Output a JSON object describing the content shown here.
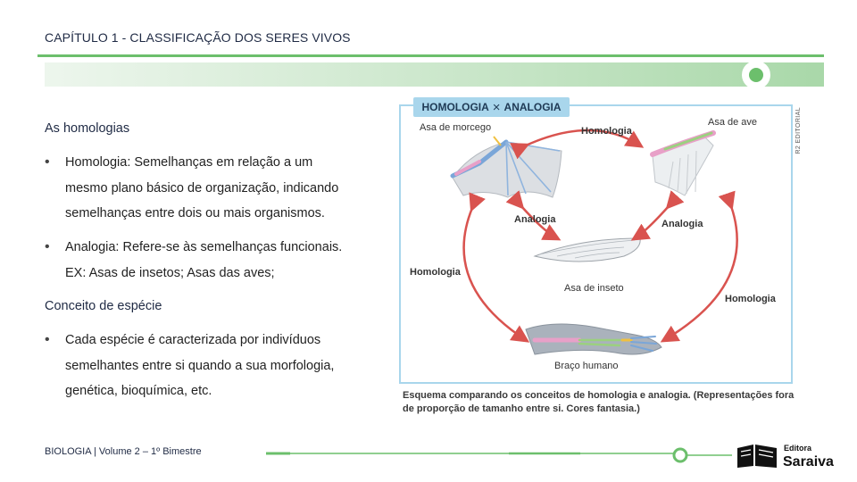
{
  "header": {
    "chapter_title": "CAPÍTULO 1 - CLASSIFICAÇÃO DOS SERES VIVOS"
  },
  "content": {
    "section1_title": "As homologias",
    "bullet1_lines": [
      "Homologia: Semelhanças em relação a um",
      "mesmo plano básico de organização, indicando",
      "semelhanças entre dois ou mais organismos."
    ],
    "bullet2_lines": [
      "Analogia: Refere-se às semelhanças funcionais.",
      "EX: Asas de insetos; Asas das aves;"
    ],
    "section2_title": "Conceito de espécie",
    "bullet3_lines": [
      "Cada espécie é caracterizada por indivíduos",
      "semelhantes entre si quando a sua morfologia,",
      "genética, bioquímica, etc."
    ]
  },
  "figure": {
    "header_left": "HOMOLOGIA",
    "header_symbol": "×",
    "header_right": "ANALOGIA",
    "credit": "R2 EDITORIAL",
    "labels": {
      "bat_wing": "Asa de morcego",
      "bird_wing": "Asa de ave",
      "insect_wing": "Asa de inseto",
      "human_arm": "Braço humano",
      "homologia_top": "Homologia",
      "homologia_left": "Homologia",
      "homologia_right": "Homologia",
      "analogia_left": "Analogia",
      "analogia_right": "Analogia"
    },
    "caption": "Esquema comparando os conceitos de homologia e analogia. (Representações fora de proporção de tamanho entre si. Cores fantasia.)"
  },
  "footer": {
    "text": "BIOLOGIA | Volume 2 – 1º Bimestre"
  },
  "logo": {
    "line1": "Editora",
    "line2": "Saraiva"
  },
  "colors": {
    "accent_green": "#6cbf6c",
    "figure_blue": "#a9d6ec",
    "arrow_red": "#d9534f"
  }
}
